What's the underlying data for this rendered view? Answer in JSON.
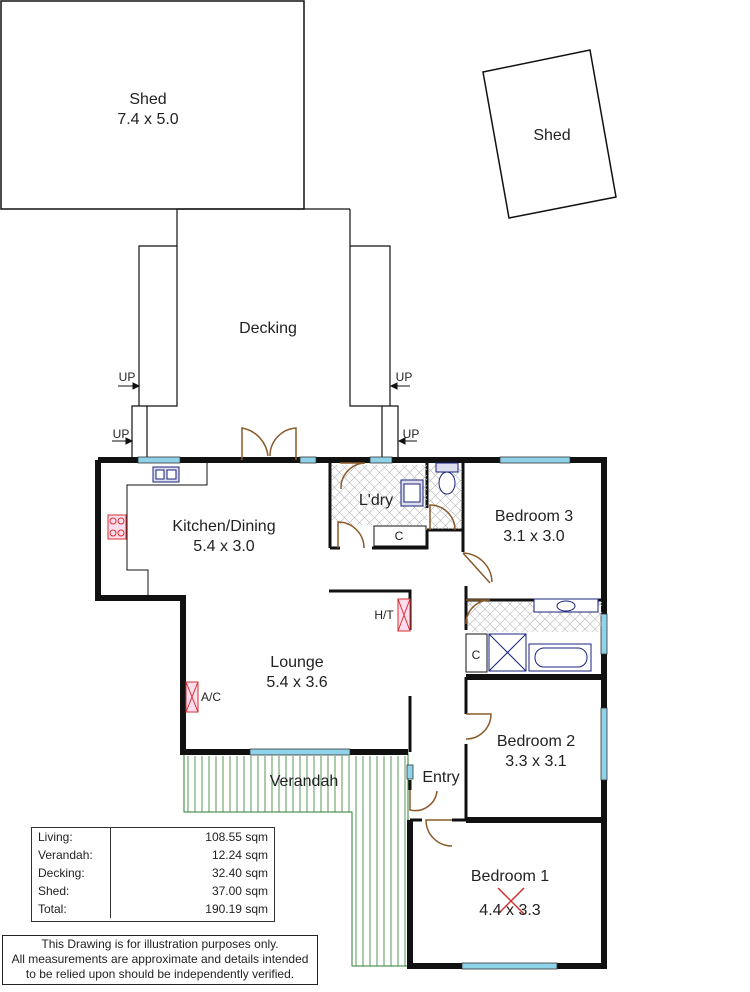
{
  "rooms": {
    "shed_main": {
      "name": "Shed",
      "size": "7.4 x 5.0"
    },
    "shed_small": {
      "name": "Shed"
    },
    "decking": {
      "name": "Decking"
    },
    "laundry": {
      "name": "L'dry"
    },
    "kitchen": {
      "name": "Kitchen/Dining",
      "size": "5.4 x 3.0"
    },
    "bedroom3": {
      "name": "Bedroom 3",
      "size": "3.1 x 3.0"
    },
    "lounge": {
      "name": "Lounge",
      "size": "5.4 x 3.6"
    },
    "bedroom2": {
      "name": "Bedroom 2",
      "size": "3.3 x 3.1"
    },
    "verandah": {
      "name": "Verandah"
    },
    "entry": {
      "name": "Entry"
    },
    "bedroom1": {
      "name": "Bedroom 1",
      "size": "4.4 x 3.3"
    }
  },
  "markers": {
    "up": "UP",
    "hot_water": "H/T",
    "aircon": "A/C",
    "cupboard": "C"
  },
  "areas": [
    {
      "label": "Living:",
      "value": "108.55 sqm"
    },
    {
      "label": "Verandah:",
      "value": "12.24 sqm"
    },
    {
      "label": "Decking:",
      "value": "32.40 sqm"
    },
    {
      "label": "Shed:",
      "value": "37.00 sqm"
    },
    {
      "label": "Total:",
      "value": "190.19 sqm"
    }
  ],
  "disclaimer": [
    "This Drawing is for illustration purposes only.",
    "All measurements are approximate and details intended",
    "to be relied upon should be independently verified."
  ],
  "colors": {
    "wall": "#111111",
    "window": "#8fd3e8",
    "door": "#8b5a2b",
    "fixture": "#1a237e",
    "marker": "#d32f2f",
    "verandah": "#2e7d32"
  }
}
